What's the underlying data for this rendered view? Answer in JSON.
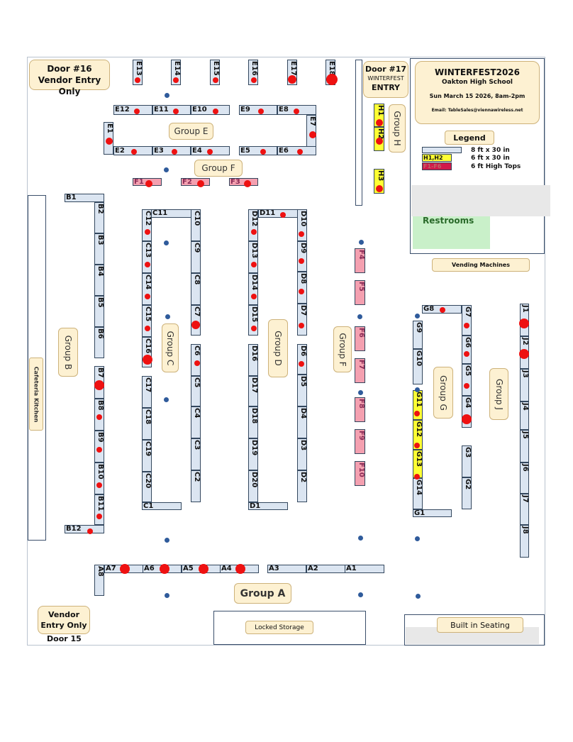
{
  "doors": {
    "door16": "Door #16 Vendor Entry Only",
    "door17_title": "Door #17",
    "door17_sub": "WINTERFEST",
    "door17_entry": "ENTRY",
    "vendor_entry": "Vendor Entry Only",
    "door15": "Door 15"
  },
  "info": {
    "title": "WINTERFEST2026",
    "school": "Oakton High School",
    "date": "Sun March 15 2026, 8am-2pm",
    "email": "Email: TableSales@viennawireless.net"
  },
  "legend": {
    "title": "Legend",
    "items": [
      {
        "swatch": "",
        "text": "8 ft x 30 in",
        "color": "#dbe5f1"
      },
      {
        "swatch": "H1,H2",
        "text": "6 ft x 30 in",
        "color": "#ffff33"
      },
      {
        "swatch": "F1-F6",
        "text": "6 ft High Tops",
        "color": "#d11a4a"
      }
    ]
  },
  "areas": {
    "restrooms": "Restrooms",
    "vending": "Vending Machines",
    "cafeteria": "Cafeteria Kitchen",
    "storage": "Locked Storage",
    "seating": "Built in Seating"
  },
  "groups": {
    "A": "Group A",
    "B": "Group B",
    "C": "Group C",
    "D": "Group D",
    "E": "Group E",
    "F": "Group F",
    "G": "Group G",
    "H": "Group H",
    "J": "Group J"
  },
  "tables": {
    "E13": "E13",
    "E14": "E14",
    "E15": "E15",
    "E16": "E16",
    "E17": "E17",
    "E18": "E18",
    "E12": "E12",
    "E11": "E11",
    "E10": "E10",
    "E9": "E9",
    "E8": "E8",
    "E7": "E7",
    "E1": "E1",
    "E2": "E2",
    "E3": "E3",
    "E4": "E4",
    "E5": "E5",
    "E6": "E6",
    "F1": "F1",
    "F2": "F2",
    "F3": "F3",
    "F4": "F4",
    "F5": "F5",
    "F6": "F6",
    "F7": "F7",
    "F8": "F8",
    "F9": "F9",
    "F10": "F10",
    "H1": "H1",
    "H2": "H2",
    "H3": "H3",
    "B1": "B1",
    "B2": "B2",
    "B3": "B3",
    "B4": "B4",
    "B5": "B5",
    "B6": "B6",
    "B7": "B7",
    "B8": "B8",
    "B9": "B9",
    "B10": "B10",
    "B11": "B11",
    "B12": "B12",
    "C1": "C1",
    "C2": "C2",
    "C3": "C3",
    "C4": "C4",
    "C5": "C5",
    "C6": "C6",
    "C7": "C7",
    "C8": "C8",
    "C9": "C9",
    "C10": "C10",
    "C11": "C11",
    "C12": "C12",
    "C13": "C13",
    "C14": "C14",
    "C15": "C15",
    "C16": "C16",
    "C17": "C17",
    "C18": "C18",
    "C19": "C19",
    "C20": "C20",
    "D1": "D1",
    "D2": "D2",
    "D3": "D3",
    "D4": "D4",
    "D5": "D5",
    "D6": "D6",
    "D7": "D7",
    "D8": "D8",
    "D9": "D9",
    "D10": "D10",
    "D11": "D11",
    "D12": "D12",
    "D13": "D13",
    "D14": "D14",
    "D15": "D15",
    "D16": "D16",
    "D17": "D17",
    "D18": "D18",
    "D19": "D19",
    "D20": "D20",
    "G1": "G1",
    "G2": "G2",
    "G3": "G3",
    "G4": "G4",
    "G5": "G5",
    "G6": "G6",
    "G7": "G7",
    "G8": "G8",
    "G9": "G9",
    "G10": "G10",
    "G11": "G11",
    "G12": "G12",
    "G13": "G13",
    "G14": "G14",
    "J1": "J1",
    "J2": "J2",
    "J3": "J3",
    "J4": "J4",
    "J5": "J5",
    "J6": "J6",
    "J7": "J7",
    "J8": "J8",
    "A1": "A1",
    "A2": "A2",
    "A3": "A3",
    "A4": "A4",
    "A5": "A5",
    "A6": "A6",
    "A7": "A7",
    "A8": "A8"
  },
  "colors": {
    "table": "#dbe5f1",
    "hightop": "#f4a0b0",
    "small_table": "#ffff33",
    "occupied_dot": "#ee1111",
    "pillar_dot": "#2f5b9b",
    "label_box": "#fdf1d2",
    "restroom": "#c9f0c9"
  }
}
